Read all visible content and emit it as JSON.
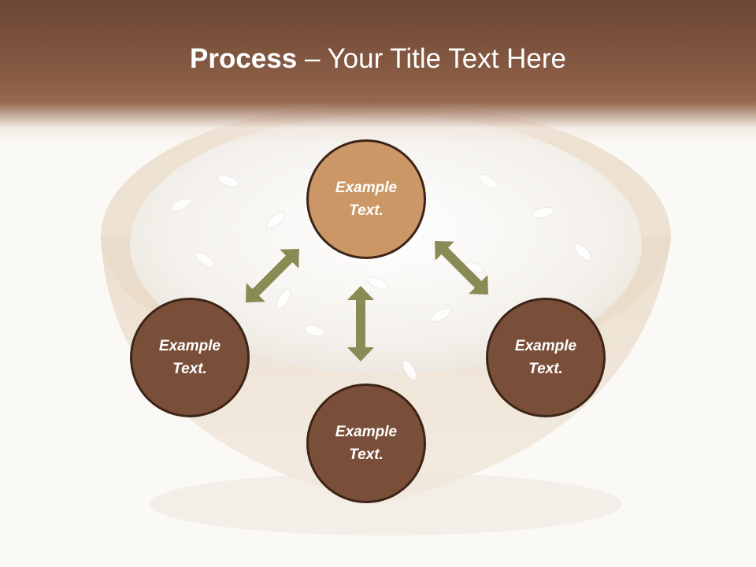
{
  "title": {
    "bold": "Process",
    "rest": " – Your Title Text Here"
  },
  "colors": {
    "title_band": "#7a5039",
    "node_dark": "#7a4f3a",
    "node_highlight": "#cc9766",
    "node_border": "#3d2417",
    "arrow": "#8a8a55"
  },
  "nodes": [
    {
      "id": "top",
      "line1": "Example",
      "line2": "Text."
    },
    {
      "id": "left",
      "line1": "Example",
      "line2": "Text."
    },
    {
      "id": "right",
      "line1": "Example",
      "line2": "Text."
    },
    {
      "id": "bottom",
      "line1": "Example",
      "line2": "Text."
    }
  ],
  "connectors": [
    {
      "from": "top",
      "to": "left",
      "type": "double-arrow"
    },
    {
      "from": "top",
      "to": "right",
      "type": "double-arrow"
    },
    {
      "from": "top",
      "to": "bottom",
      "type": "double-arrow"
    }
  ],
  "background": "rice-bowl-photo"
}
